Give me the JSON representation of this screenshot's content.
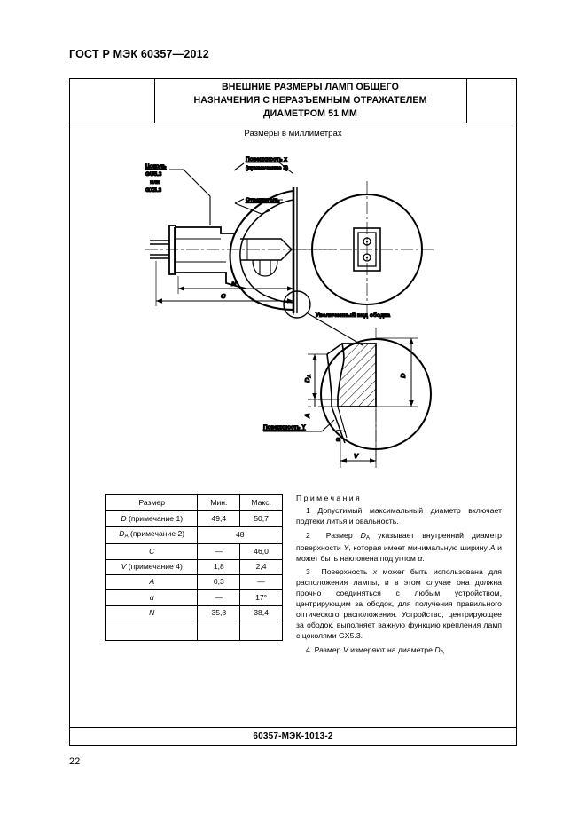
{
  "document": {
    "standard_ref": "ГОСТ Р МЭК 60357—2012",
    "page_number": "22",
    "sheet_code": "60357-МЭК-1013-2"
  },
  "frame": {
    "title_line1": "ВНЕШНИЕ РАЗМЕРЫ ЛАМП ОБЩЕГО",
    "title_line2": "НАЗНАЧЕНИЯ С НЕРАЗЪЕМНЫМ ОТРАЖАТЕЛЕМ",
    "title_line3": "ДИАМЕТРОМ 51 ММ",
    "units_caption": "Размеры в миллиметрах"
  },
  "drawing": {
    "label_cap_line1": "Цоколь",
    "label_cap_line2": "GU5.3",
    "label_cap_line3": "или",
    "label_cap_line4": "GX5.3",
    "label_surface_x_line1": "Поверхность x",
    "label_surface_x_line2": "(примечание 3)",
    "label_reflector": "Отражатель",
    "label_rim_detail": "Увеличенный вид ободка",
    "label_surface_y": "Поверхность Y",
    "dim_n": "N",
    "dim_c": "C",
    "dim_d": "D",
    "dim_da": "D",
    "dim_da_sub": "A",
    "dim_a": "A",
    "dim_v": "V",
    "dim_alpha": "α"
  },
  "spec_table": {
    "headers": [
      "Размер",
      "Мин.",
      "Макс."
    ],
    "rows": [
      {
        "name": "D",
        "name_style": "italic",
        "note": " (примечание 1)",
        "min": "49,4",
        "max": "50,7",
        "merged": false
      },
      {
        "name": "D",
        "name_style": "italic",
        "sub": "A",
        "note": " (примечание 2)",
        "merged": true,
        "merged_value": "48"
      },
      {
        "name": "C",
        "name_style": "italic",
        "note": "",
        "min": "—",
        "max": "46,0",
        "merged": false
      },
      {
        "name": "V",
        "name_style": "italic",
        "note": " (примечание 4)",
        "min": "1,8",
        "max": "2,4",
        "merged": false
      },
      {
        "name": "A",
        "name_style": "italic",
        "note": "",
        "min": "0,3",
        "max": "—",
        "merged": false
      },
      {
        "name": "α",
        "name_style": "italic",
        "note": "",
        "min": "—",
        "max": "17°",
        "merged": false
      },
      {
        "name": "N",
        "name_style": "italic",
        "note": "",
        "min": "35,8",
        "max": "38,4",
        "merged": false
      }
    ]
  },
  "notes": {
    "title": "Примечания",
    "items": [
      "1 Допустимый максимальный диаметр включает подтеки литья и овальность.",
      "2 Размер DA указывает внутренний диаметр поверхности Y, которая имеет минимальную ширину A и может быть наклонена под углом α.",
      "3 Поверхность x может быть использована для расположения лампы, и в этом случае она должна прочно соединяться с любым устройством, центрирующим за ободок, для получения правильного оптического расположения. Устройство, центрирующее за ободок, выполняет важную функцию крепления ламп с цоколями GX5.3.",
      "4 Размер V измеряют на диаметре DA."
    ]
  },
  "colors": {
    "ink": "#000000",
    "paper": "#ffffff"
  }
}
